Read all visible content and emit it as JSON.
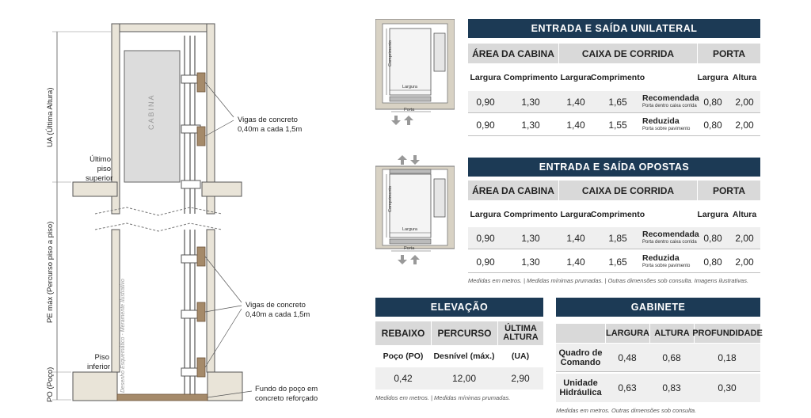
{
  "diagram": {
    "cabin_label": "CABINA",
    "ua_label": "UA (Última Altura)",
    "pe_label": "PE máx (Percurso piso a piso)",
    "po_label": "PO (Poço)",
    "beams_top_line1": "Vigas de concreto",
    "beams_top_line2": "0,40m a cada 1,5m",
    "beams_bottom_line1": "Vigas de concreto",
    "beams_bottom_line2": "0,40m a cada 1,5m",
    "top_floor_line1": "Último",
    "top_floor_line2": "piso",
    "top_floor_line3": "superior",
    "bottom_floor_line1": "Piso",
    "bottom_floor_line2": "inferior",
    "pit_line1": "Fundo do poço em",
    "pit_line2": "concreto reforçado",
    "watermark": "Desenho Esquemático - Meramente Ilustrativo"
  },
  "plan_labels": {
    "comprimento": "Comprimento",
    "largura": "Largura",
    "porta": "Porta"
  },
  "unilateral": {
    "title": "ENTRADA E SAÍDA UNILATERAL",
    "groups": [
      "ÁREA DA CABINA",
      "CAIXA DE CORRIDA",
      "PORTA"
    ],
    "subheaders": [
      "Largura",
      "Comprimento",
      "Largura",
      "Comprimento",
      "Largura",
      "Altura"
    ],
    "rows": [
      {
        "c1": "0,90",
        "c2": "1,30",
        "c3": "1,40",
        "c4": "1,65",
        "tag": "Recomendada",
        "tag_sub": "Porta dentro caixa corrida",
        "c5": "0,80",
        "c6": "2,00"
      },
      {
        "c1": "0,90",
        "c2": "1,30",
        "c3": "1,40",
        "c4": "1,55",
        "tag": "Reduzida",
        "tag_sub": "Porta sobre pavimento",
        "c5": "0,80",
        "c6": "2,00"
      }
    ]
  },
  "opostas": {
    "title": "ENTRADA E SAÍDA OPOSTAS",
    "groups": [
      "ÁREA DA CABINA",
      "CAIXA DE CORRIDA",
      "PORTA"
    ],
    "subheaders": [
      "Largura",
      "Comprimento",
      "Largura",
      "Comprimento",
      "Largura",
      "Altura"
    ],
    "rows": [
      {
        "c1": "0,90",
        "c2": "1,30",
        "c3": "1,40",
        "c4": "1,85",
        "tag": "Recomendada",
        "tag_sub": "Porta dentro caixa corrida",
        "c5": "0,80",
        "c6": "2,00"
      },
      {
        "c1": "0,90",
        "c2": "1,30",
        "c3": "1,40",
        "c4": "1,65",
        "tag": "Reduzida",
        "tag_sub": "Porta sobre pavimento",
        "c5": "0,80",
        "c6": "2,00"
      }
    ],
    "note": "Medidas em metros. | Medidas mínimas prumadas. | Outras dimensões sob consulta. Imagens ilustrativas."
  },
  "elevacao": {
    "title": "ELEVAÇÃO",
    "headers": [
      "REBAIXO",
      "PERCURSO",
      "ÚLTIMA",
      "ALTURA"
    ],
    "subheaders": [
      "Poço (PO)",
      "Desnível (máx.)",
      "(UA)"
    ],
    "values": [
      "0,42",
      "12,00",
      "2,90"
    ],
    "note": "Medidos em metros. | Medidas mínimas prumadas."
  },
  "gabinete": {
    "title": "GABINETE",
    "headers": [
      "LARGURA",
      "ALTURA",
      "PROFUNDIDADE"
    ],
    "rows": [
      {
        "label1": "Quadro de",
        "label2": "Comando",
        "v1": "0,48",
        "v2": "0,68",
        "v3": "0,18"
      },
      {
        "label1": "Unidade",
        "label2": "Hidráulica",
        "v1": "0,63",
        "v2": "0,83",
        "v3": "0,30"
      }
    ],
    "note": "Medidas em metros. Outras dimensões sob consulta."
  }
}
